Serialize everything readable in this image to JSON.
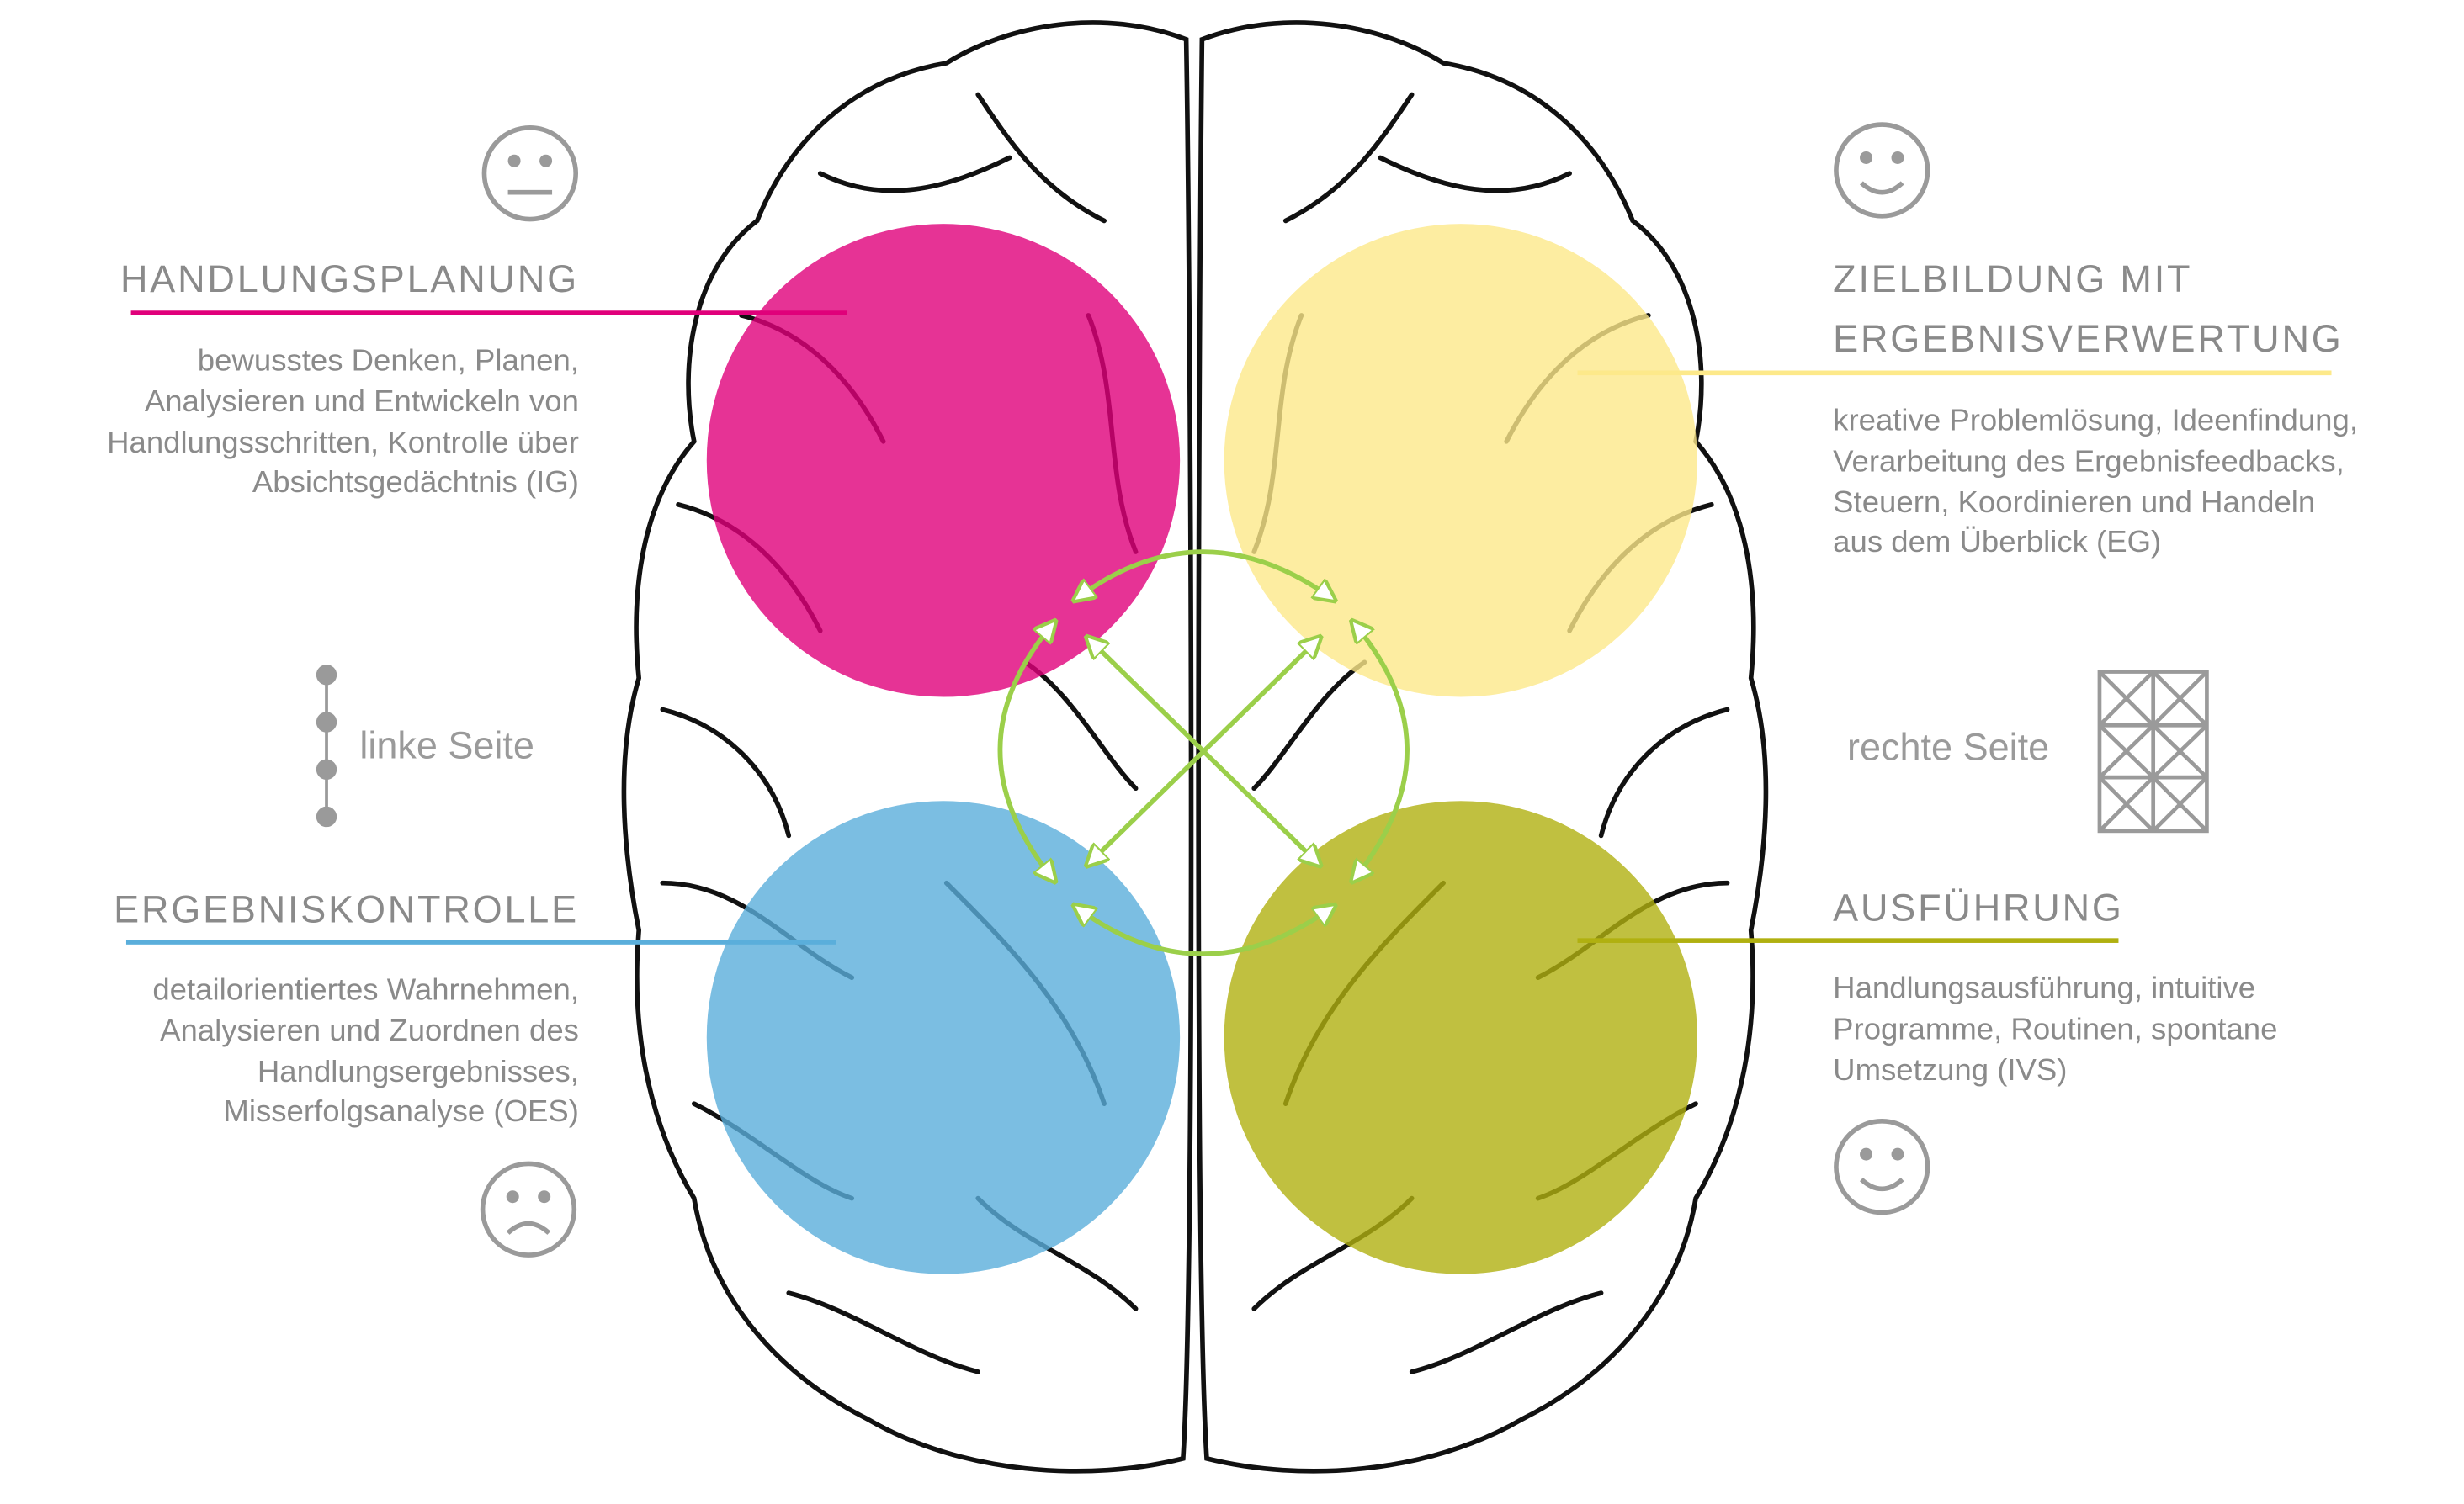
{
  "quadrants": {
    "top_left": {
      "title": "HANDLUNGSPLANUNG",
      "lines": [
        "bewusstes Denken, Planen,",
        "Analysieren und Entwickeln von",
        "Handlungsschritten, Kontrolle über",
        "Absichtsgedächtnis (IG)"
      ],
      "color": "#e0007a",
      "mood": "neutral-face-icon"
    },
    "top_right": {
      "title_lines": [
        "ZIELBILDUNG MIT",
        "ERGEBNISVERWERTUNG"
      ],
      "lines": [
        "kreative Problemlösung, Ideenfindung,",
        "Verarbeitung des Ergebnisfeedbacks,",
        "Steuern, Koordinieren und Handeln",
        "aus dem Überblick (EG)"
      ],
      "color": "#fde98a",
      "mood": "smiley-face-icon"
    },
    "bottom_left": {
      "title": "ERGEBNISKONTROLLE",
      "lines": [
        "detailorientiertes Wahrnehmen,",
        "Analysieren und Zuordnen des",
        "Handlungsergebnisses,",
        "Misserfolgsanalyse (OES)"
      ],
      "color": "#5aaedb",
      "mood": "sad-face-icon"
    },
    "bottom_right": {
      "title": "AUSFÜHRUNG",
      "lines": [
        "Handlungsausführung, intuitive",
        "Programme, Routinen, spontane",
        "Umsetzung (IVS)"
      ],
      "color": "#b0b010",
      "mood": "smiley-face-icon"
    }
  },
  "sides": {
    "left": "linke Seite",
    "right": "rechte Seite"
  },
  "colors": {
    "arrows": "#9bcf4a",
    "text": "#8a8a8a",
    "icons": "#9a9a9a"
  }
}
